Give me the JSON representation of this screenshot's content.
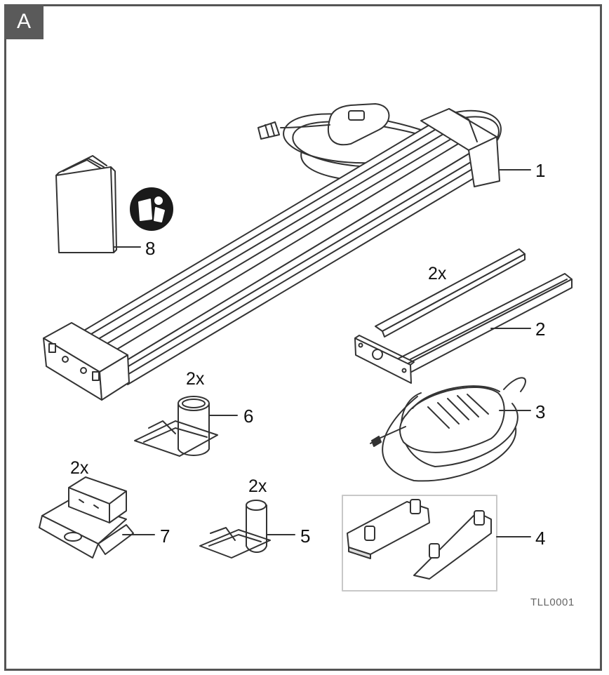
{
  "panel": {
    "letter": "A"
  },
  "parts": [
    {
      "number": "1"
    },
    {
      "number": "2",
      "quantity": "2x"
    },
    {
      "number": "3"
    },
    {
      "number": "4"
    },
    {
      "number": "5",
      "quantity": "2x"
    },
    {
      "number": "6",
      "quantity": "2x"
    },
    {
      "number": "7",
      "quantity": "2x"
    },
    {
      "number": "8"
    }
  ],
  "figure_code": "TLL0001",
  "colors": {
    "line": "#333333",
    "frame": "#555555",
    "tab": "#5a5a5a",
    "accessory_box": "#c8c8c8"
  }
}
